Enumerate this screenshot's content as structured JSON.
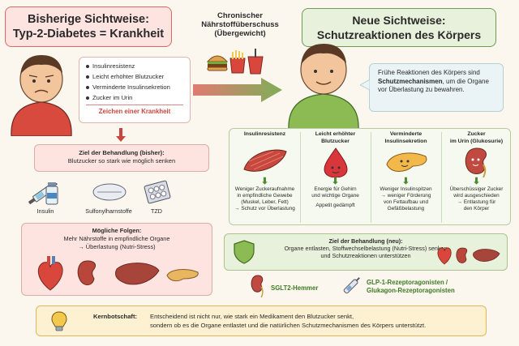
{
  "left_title": {
    "line1": "Bisherige Sichtweise:",
    "line2": "Typ-2-Diabetes = Krankheit"
  },
  "right_title": {
    "line1": "Neue Sichtweise:",
    "line2": "Schutzreaktionen des Körpers"
  },
  "center": {
    "line1": "Chronischer",
    "line2": "Nährstoffüberschuss",
    "line3": "(Übergewicht)"
  },
  "symptoms": {
    "items": [
      "Insulinresistenz",
      "Leicht erhöhter Blutzucker",
      "Verminderte Insulinsekretion",
      "Zucker im Urin"
    ],
    "label": "Zeichen einer Krankheit"
  },
  "goal_old": {
    "title": "Ziel der Behandlung (bisher):",
    "text": "Blutzucker so stark wie möglich senken"
  },
  "drugs_old": [
    "Insulin",
    "Sulfonylharnstoffe",
    "TZD"
  ],
  "consequences": {
    "title": "Mögliche Folgen:",
    "line1": "Mehr Nährstoffe in empfindliche Organe",
    "line2": "→ Überlastung (Nutri-Stress)"
  },
  "speech": {
    "pre": "Frühe Reaktionen des Körpers sind ",
    "bold": "Schutzmechanismen",
    "post": ", um die Organe vor Überlastung zu bewahren."
  },
  "columns": [
    {
      "title1": "Insulinresistenz",
      "title2": "",
      "l1": "Weniger Zuckeraufnahme",
      "l2": "in empfindliche Gewebe",
      "l3": "(Muskel, Leber, Fett)",
      "l4": "→ Schutz vor Überlastung"
    },
    {
      "title1": "Leicht erhöhter",
      "title2": "Blutzucker",
      "l1": "Energie für Gehirn",
      "l2": "und wichtige Organe",
      "l3": "",
      "l4": "Appetit gedämpft"
    },
    {
      "title1": "Verminderte",
      "title2": "Insulinsekretion",
      "l1": "Weniger Insulinspitzen",
      "l2": "→ weniger Förderung",
      "l3": "von Fettaufbau und",
      "l4": "Gefäßbelastung"
    },
    {
      "title1": "Zucker",
      "title2": "im Urin (Glukosurie)",
      "l1": "Überschüssiger Zucker",
      "l2": "wird ausgeschieden",
      "l3": "→ Entlastung für",
      "l4": "den Körper"
    }
  ],
  "goal_new": {
    "title": "Ziel der Behandlung (neu):",
    "line1": "Organe entlasten, Stoffwechselbelastung (Nutri-Stress) senken",
    "line2": "und Schutzreaktionen unterstützen"
  },
  "drugs_new": {
    "sglt2": "SGLT2-Hemmer",
    "glp1_line1": "GLP-1-Rezeptoragonisten /",
    "glp1_line2": "Glukagon-Rezeptoragonisten"
  },
  "kern": {
    "label": "Kernbotschaft:",
    "line1": "Entscheidend ist nicht nur, wie stark ein Medikament den Blutzucker senkt,",
    "line2": "sondern ob es die Organe entlastet und die natürlichen Schutzmechanismen des Körpers unterstützt."
  },
  "colors": {
    "red": "#c9463e",
    "green": "#4e8a31",
    "yellow": "#e5b653"
  }
}
